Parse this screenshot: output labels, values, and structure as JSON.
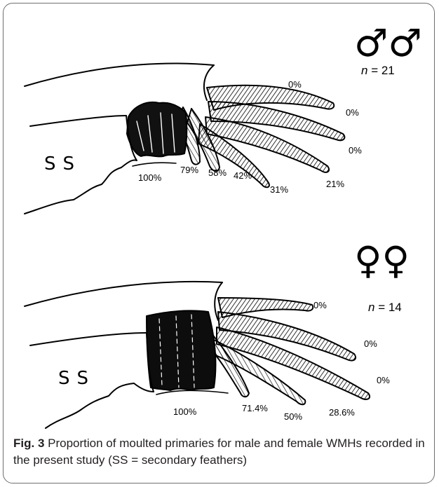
{
  "male": {
    "symbol": "♂♂",
    "n_label": "n",
    "n_value": "= 21",
    "ss_label": "SS",
    "labels": [
      "0%",
      "0%",
      "0%",
      "100%",
      "79%",
      "58%",
      "42%",
      "31%",
      "21%"
    ]
  },
  "female": {
    "symbol": "♀♀",
    "n_label": "n",
    "n_value": "= 14",
    "ss_label": "SS",
    "labels": [
      "0%",
      "0%",
      "0%",
      "100%",
      "71.4%",
      "50%",
      "28.6%"
    ]
  },
  "caption": {
    "figure_number": "Fig. 3",
    "text": "Proportion of moulted primaries for male and female WMHs recorded in the present study (SS = secondary feathers)"
  }
}
